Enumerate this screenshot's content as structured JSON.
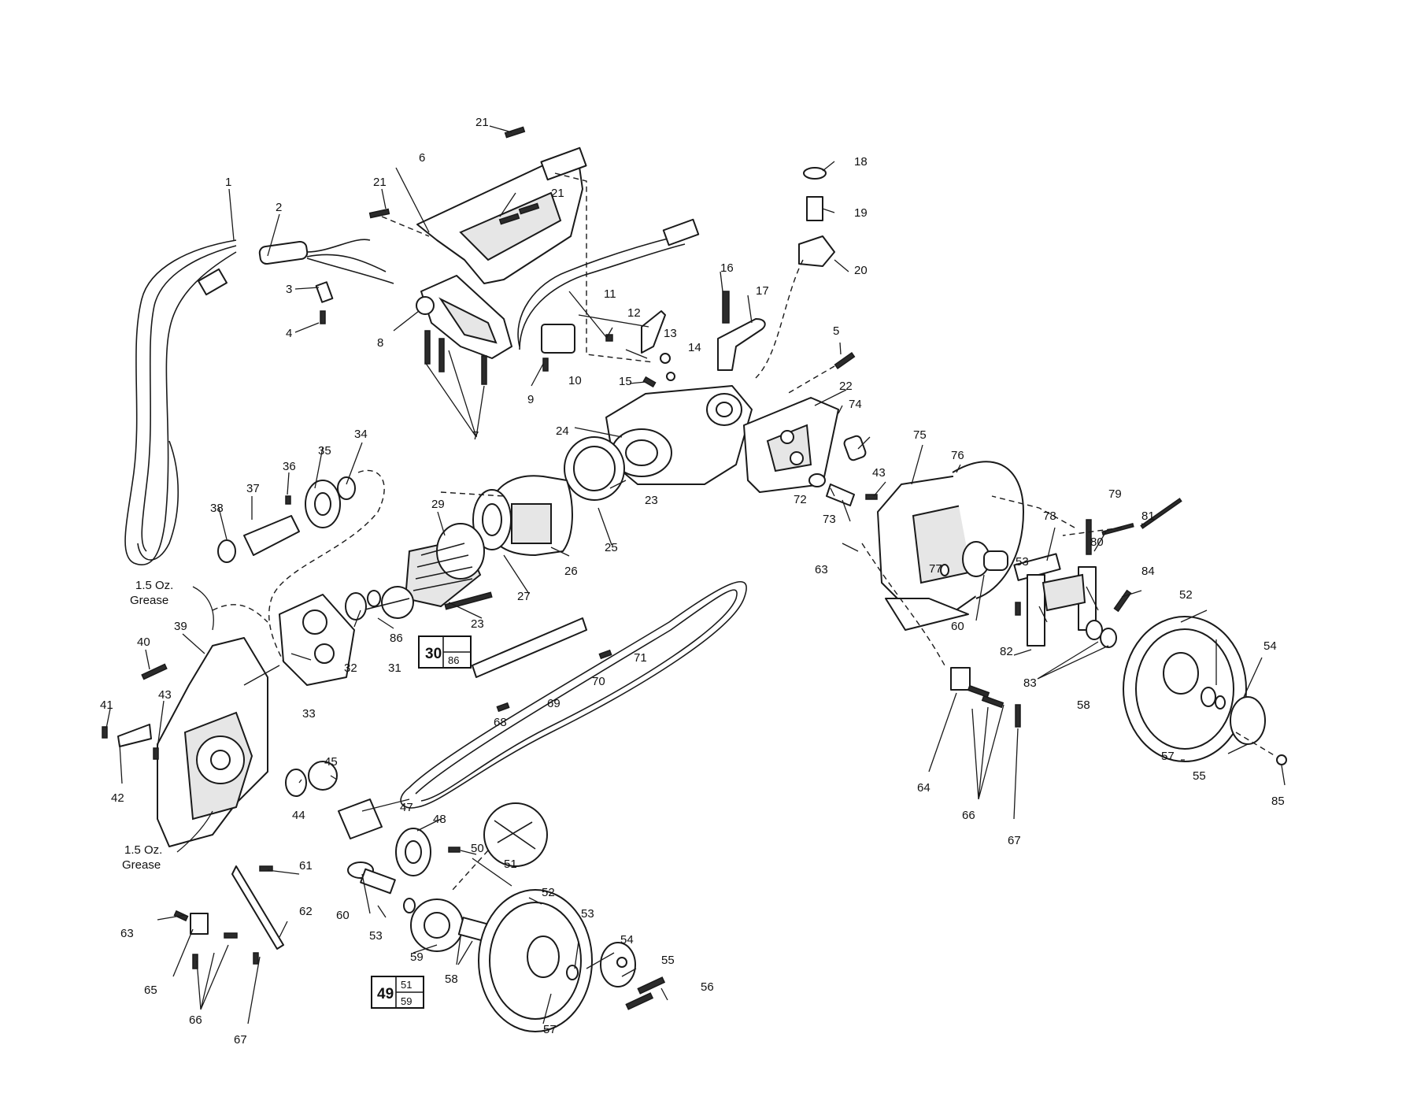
{
  "labels": {
    "l1": "1",
    "l2": "2",
    "l3": "3",
    "l4": "4",
    "l5": "5",
    "l6": "6",
    "l7": "7",
    "l8": "8",
    "l9": "9",
    "l10": "10",
    "l11": "11",
    "l12": "12",
    "l13": "13",
    "l14": "14",
    "l15": "15",
    "l16": "16",
    "l17": "17",
    "l18": "18",
    "l19": "19",
    "l20": "20",
    "l21a": "21",
    "l21b": "21",
    "l21c": "21",
    "l22": "22",
    "l23a": "23",
    "l23b": "23",
    "l24": "24",
    "l25": "25",
    "l26": "26",
    "l27": "27",
    "l29": "29",
    "l31": "31",
    "l32": "32",
    "l33": "33",
    "l34": "34",
    "l35": "35",
    "l36": "36",
    "l37": "37",
    "l38": "38",
    "l39": "39",
    "l40": "40",
    "l41": "41",
    "l42": "42",
    "l43a": "43",
    "l43b": "43",
    "l44": "44",
    "l45": "45",
    "l47": "47",
    "l48": "48",
    "l50": "50",
    "l51": "51",
    "l52a": "52",
    "l52b": "52",
    "l53a": "53",
    "l53b": "53",
    "l53c": "53",
    "l54a": "54",
    "l54b": "54",
    "l55a": "55",
    "l55b": "55",
    "l56": "56",
    "l57a": "57",
    "l57b": "57",
    "l58a": "58",
    "l58b": "58",
    "l59": "59",
    "l60a": "60",
    "l60b": "60",
    "l61": "61",
    "l62": "62",
    "l63a": "63",
    "l63b": "63",
    "l64": "64",
    "l65": "65",
    "l66a": "66",
    "l66b": "66",
    "l67a": "67",
    "l67b": "67",
    "l68": "68",
    "l69": "69",
    "l70": "70",
    "l71": "71",
    "l72": "72",
    "l73": "73",
    "l74": "74",
    "l75": "75",
    "l76": "76",
    "l77": "77",
    "l78": "78",
    "l79": "79",
    "l80": "80",
    "l81": "81",
    "l82": "82",
    "l83": "83",
    "l84": "84",
    "l85": "85",
    "l86": "86"
  },
  "notes": {
    "grease_top_line1": "1.5 Oz.",
    "grease_top_line2": "Grease",
    "grease_bottom_line1": "1.5 Oz.",
    "grease_bottom_line2": "Grease"
  },
  "kits": {
    "armature_kit": {
      "main": "30",
      "sub1": "",
      "sub2": "86"
    },
    "sprocket_kit": {
      "main": "49",
      "sub1": "51",
      "sub2": "59"
    }
  }
}
